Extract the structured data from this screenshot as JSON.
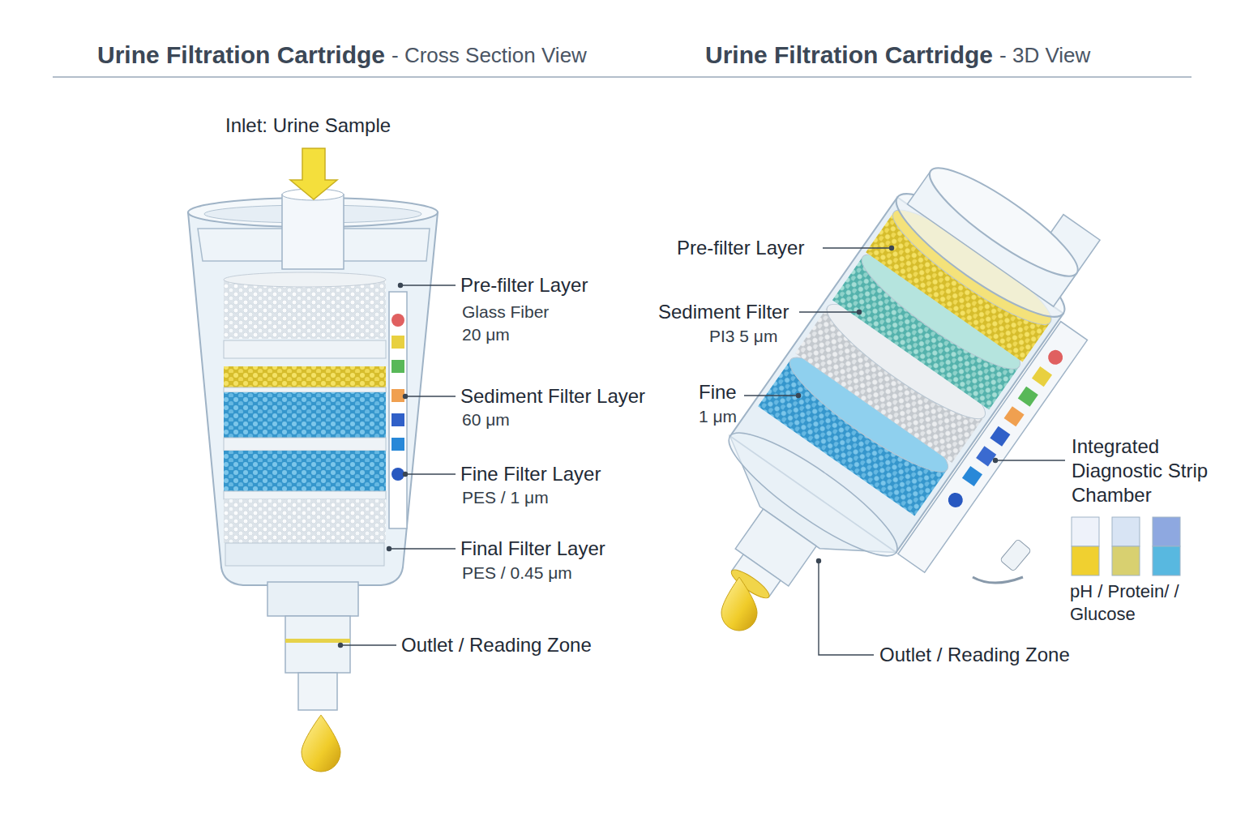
{
  "diagram": {
    "labels": [
      "Urine Filtration Cartridge",
      "- Cross Section View",
      "Urine Filtration Cartridge",
      "- 3D View",
      "Inlet: Urine Sample",
      "Pre-filter Layer",
      "Glass Fiber",
      "20 μm",
      "Sediment Filter Layer",
      "60 μm",
      "Fine Filter Layer",
      "PES / 1 μm",
      "Final Filter Layer",
      "PES / 0.45 μm",
      "Outlet / Reading Zone",
      "Pre-filter Layer",
      "Sediment Filter",
      "PI3 5 μm",
      "Fine",
      "1 μm",
      "Integrated Diagnostic Strip Chamber",
      "pH / Protein/ / Glucose",
      "Outlet / Reading Zone"
    ]
  }
}
